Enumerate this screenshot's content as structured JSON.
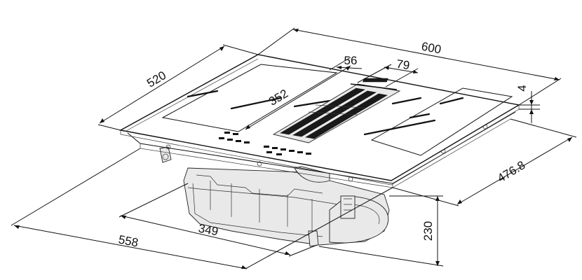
{
  "diagram": {
    "dimensions": {
      "width_top": "600",
      "depth_side": "520",
      "thickness": "4",
      "vent_offset": "56",
      "vent_width": "79",
      "zone_length": "352",
      "cutout_depth": "476.8",
      "cutout_width": "558",
      "base_width": "349",
      "height": "230"
    }
  }
}
